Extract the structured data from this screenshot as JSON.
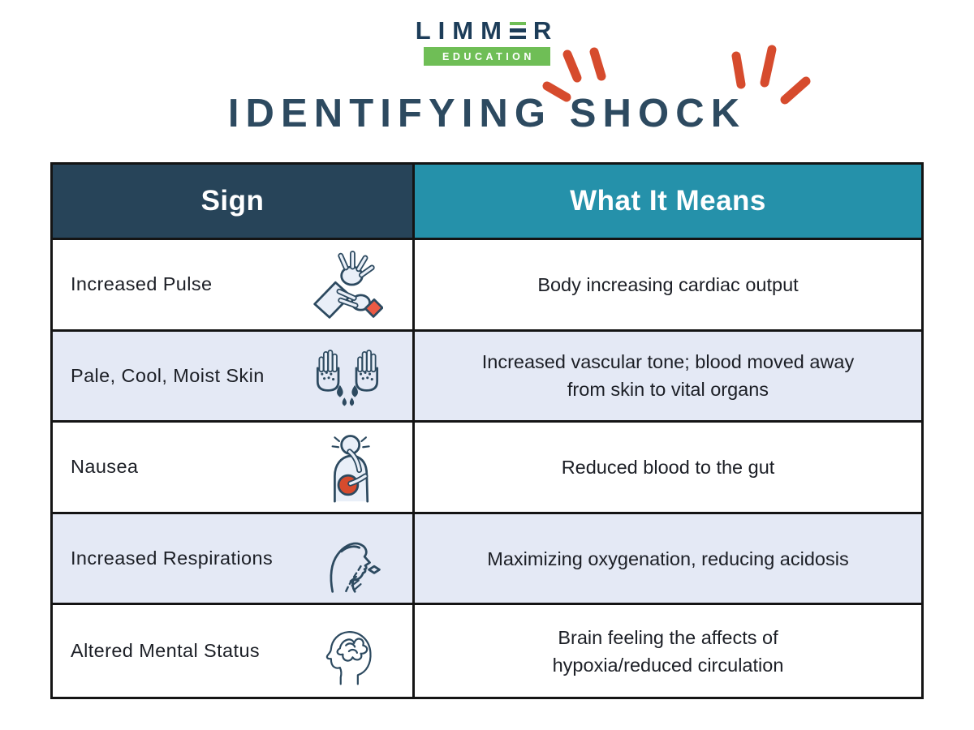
{
  "logo": {
    "brand_part1": "LIMM",
    "brand_part2": "R",
    "brand_full": "LIMMER",
    "banner": "EDUCATION"
  },
  "title": {
    "text": "IDENTIFYING SHOCK"
  },
  "table": {
    "headers": [
      {
        "label": "Sign"
      },
      {
        "label": "What It Means"
      }
    ],
    "rows": [
      {
        "sign": "Increased Pulse",
        "icon": "pulse-check-icon",
        "meaning": "Body increasing cardiac output"
      },
      {
        "sign": "Pale, Cool, Moist Skin",
        "icon": "sweaty-hands-icon",
        "meaning": "Increased vascular tone; blood moved away\nfrom skin to vital organs"
      },
      {
        "sign": "Nausea",
        "icon": "nausea-icon",
        "meaning": "Reduced blood to the gut"
      },
      {
        "sign": "Increased Respirations",
        "icon": "respiration-icon",
        "meaning": "Maximizing oxygenation, reducing acidosis"
      },
      {
        "sign": "Altered Mental Status",
        "icon": "confused-mind-icon",
        "meaning": "Brain feeling the affects of\nhypoxia/reduced circulation"
      }
    ]
  },
  "colors": {
    "title-navy": "#2d4a60",
    "accent-red": "#d64b2d",
    "cuff-red": "#ec5a44",
    "header-left-bg": "#274459",
    "header-right-bg": "#2591aa",
    "row-alt-bg": "#e4e9f5",
    "border-dark": "#141414",
    "logo-navy": "#1d3d59",
    "logo-green": "#6fbe56",
    "icon-stroke": "#2d4a60",
    "icon-fill": "#e9eff8",
    "text-dark": "#1c1f26"
  }
}
